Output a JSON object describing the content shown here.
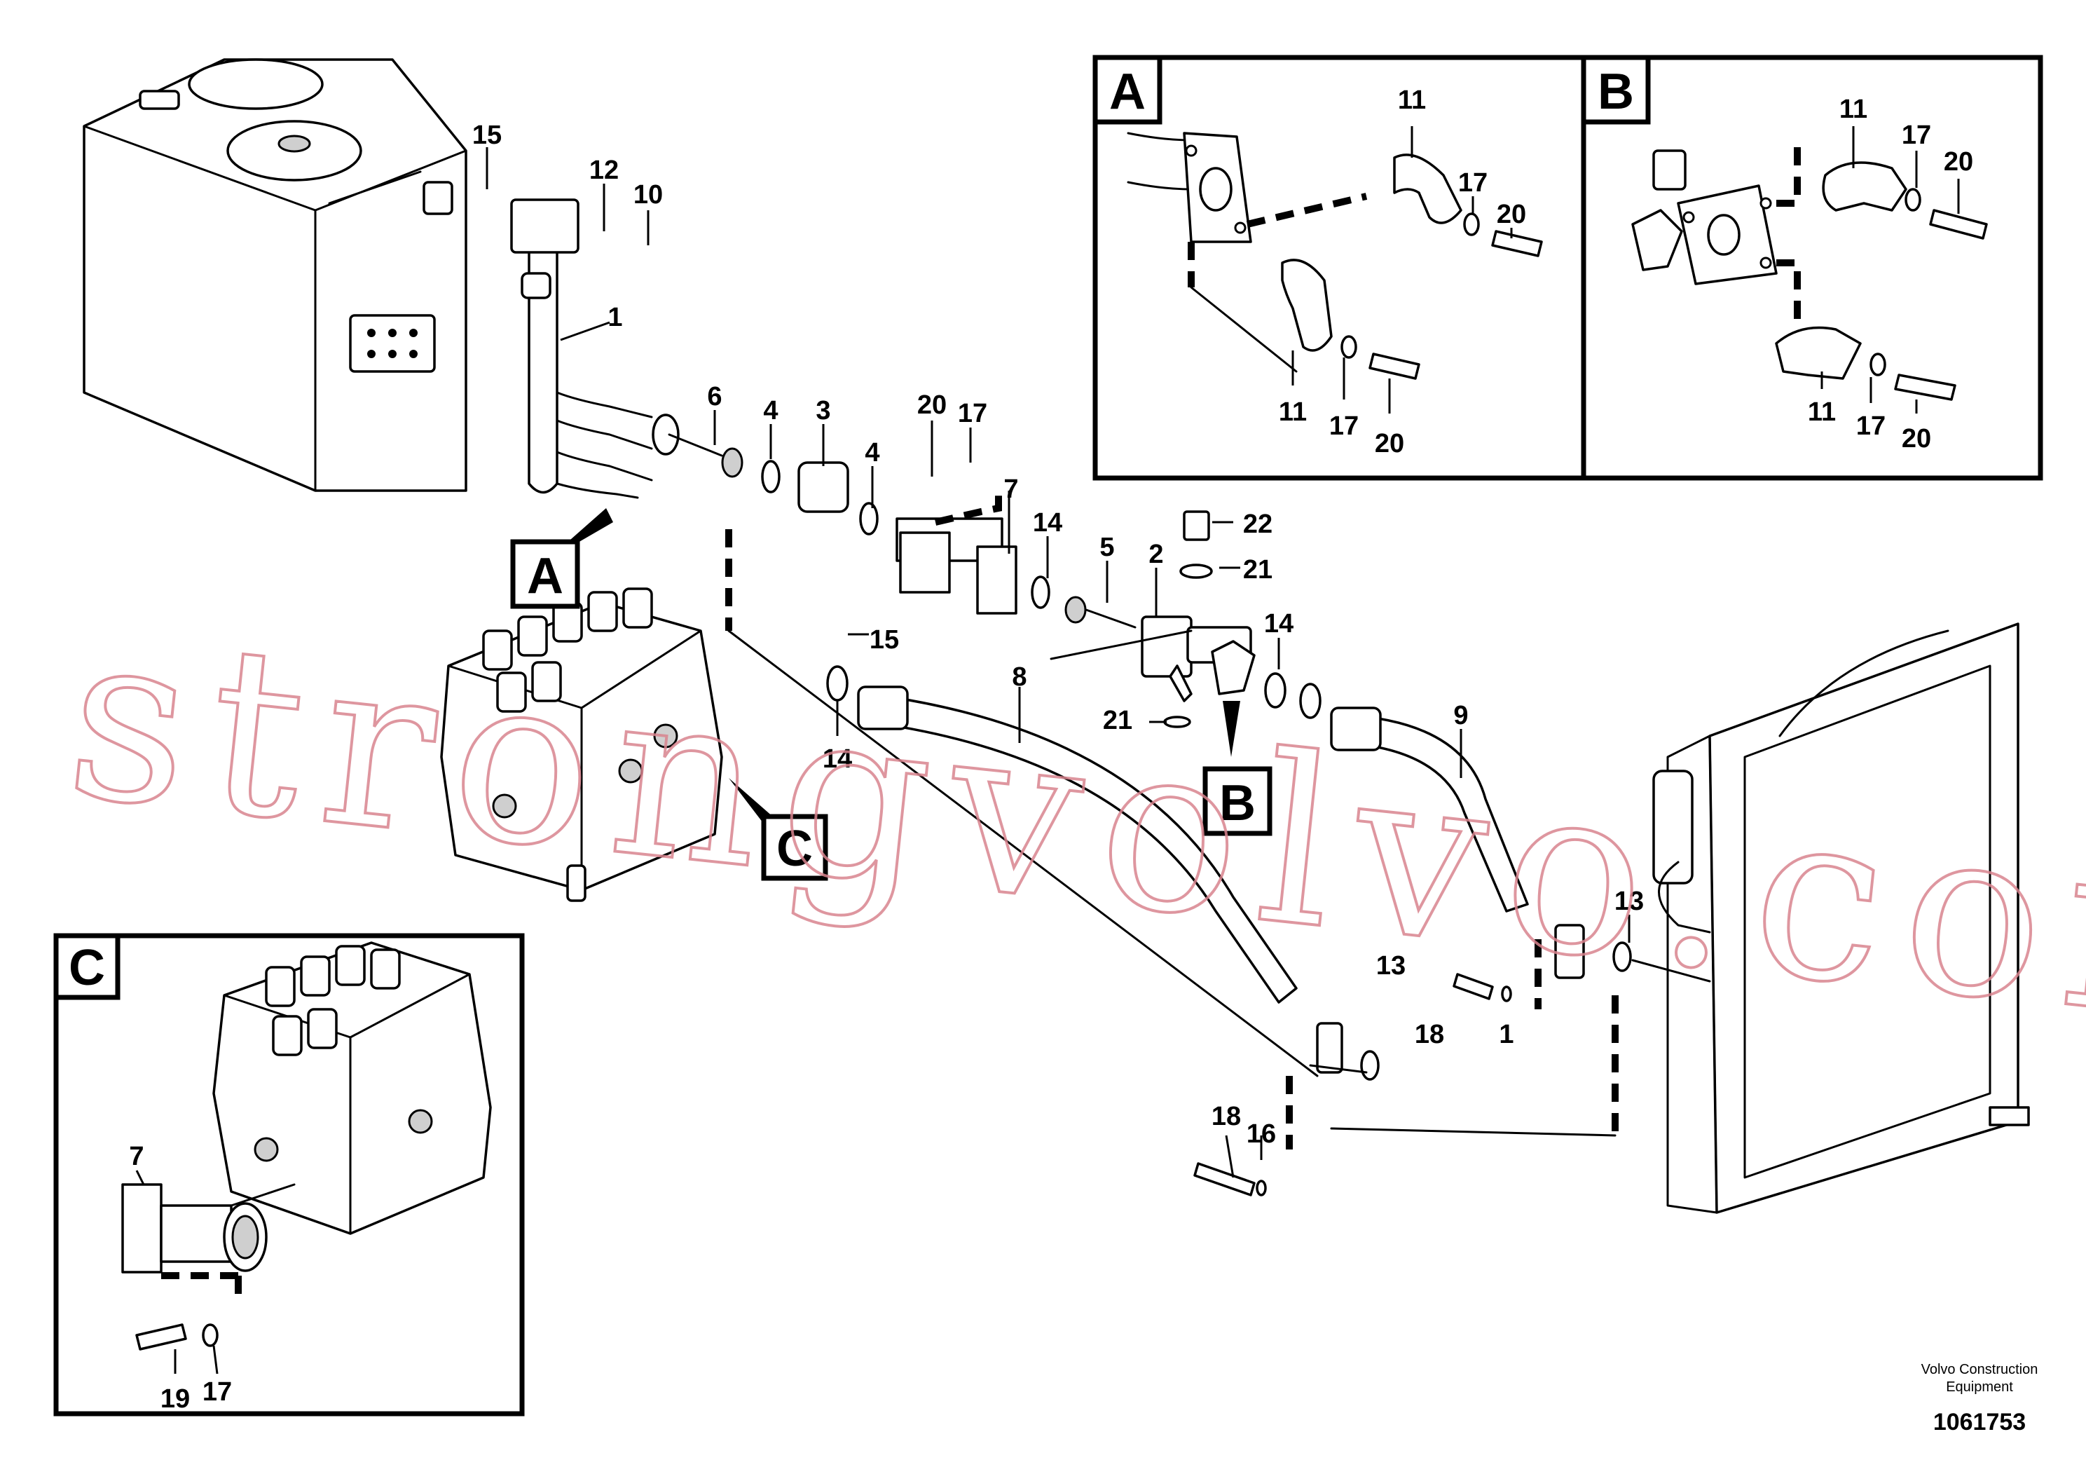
{
  "drawing": {
    "part_numbers": [
      "1",
      "2",
      "3",
      "4",
      "5",
      "6",
      "7",
      "8",
      "9",
      "10",
      "11",
      "12",
      "13",
      "14",
      "15",
      "16",
      "17",
      "18",
      "19",
      "20",
      "21",
      "22"
    ],
    "detail_labels": {
      "a": "A",
      "b": "B",
      "c": "C"
    },
    "callouts": {
      "main": [
        "15",
        "12",
        "10",
        "1",
        "6",
        "4",
        "3",
        "4",
        "20",
        "17",
        "7",
        "14",
        "5",
        "2",
        "22",
        "21",
        "15",
        "14",
        "8",
        "21",
        "14",
        "9",
        "13",
        "13",
        "18",
        "1",
        "18",
        "16"
      ],
      "detail_a": [
        "11",
        "17",
        "20",
        "11",
        "17",
        "20"
      ],
      "detail_b": [
        "11",
        "17",
        "20",
        "11",
        "17",
        "20"
      ],
      "detail_c": [
        "7",
        "19",
        "17"
      ]
    }
  },
  "footer": {
    "company_line1": "Volvo Construction",
    "company_line2": "Equipment",
    "drawing_number": "1061753"
  },
  "watermark": "strongvolvo.com"
}
